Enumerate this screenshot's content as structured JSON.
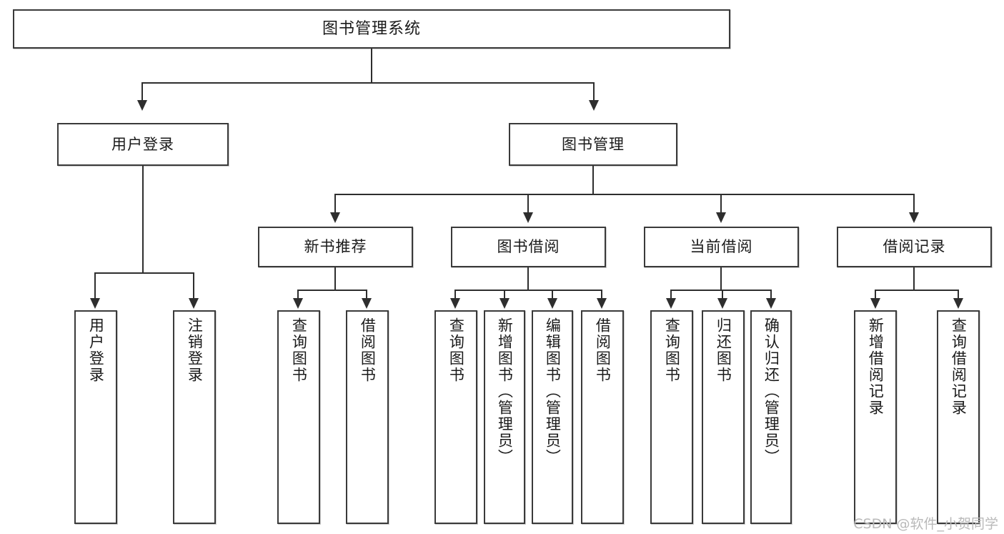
{
  "diagram": {
    "type": "tree-hierarchy-chart",
    "title": "图书管理系统",
    "orientation": "top-down",
    "levels": 4
  },
  "root": {
    "label": "图书管理系统"
  },
  "level2": [
    {
      "id": "user-login",
      "label": "用户登录"
    },
    {
      "id": "book-manage",
      "label": "图书管理"
    }
  ],
  "level3": [
    {
      "id": "new-book-recommend",
      "label": "新书推荐"
    },
    {
      "id": "book-borrow",
      "label": "图书借阅"
    },
    {
      "id": "current-borrow",
      "label": "当前借阅"
    },
    {
      "id": "borrow-record",
      "label": "借阅记录"
    }
  ],
  "leaves": {
    "user_login": [
      {
        "id": "leaf-user-login",
        "label": "用户登录"
      },
      {
        "id": "leaf-logout-login",
        "label": "注销登录"
      }
    ],
    "new_book_recommend": [
      {
        "id": "leaf-query-book-1",
        "label": "查询图书"
      },
      {
        "id": "leaf-borrow-book-1",
        "label": "借阅图书"
      }
    ],
    "book_borrow": [
      {
        "id": "leaf-query-book-2",
        "label": "查询图书"
      },
      {
        "id": "leaf-add-book",
        "label": "新增图书（管理员）"
      },
      {
        "id": "leaf-edit-book",
        "label": "编辑图书（管理员）"
      },
      {
        "id": "leaf-borrow-book-2",
        "label": "借阅图书"
      }
    ],
    "current_borrow": [
      {
        "id": "leaf-query-book-3",
        "label": "查询图书"
      },
      {
        "id": "leaf-return-book",
        "label": "归还图书"
      },
      {
        "id": "leaf-confirm-return",
        "label": "确认归还（管理员）"
      }
    ],
    "borrow_record": [
      {
        "id": "leaf-add-record",
        "label": "新增借阅记录"
      },
      {
        "id": "leaf-query-record",
        "label": "查询借阅记录"
      }
    ]
  },
  "watermark": {
    "text": "CSDN @软件_小贺同学"
  },
  "colors": {
    "box_border": "#3a3a3a",
    "line": "#2e2e2e",
    "text": "#1a1a1a",
    "background": "#ffffff",
    "watermark": "#b9b9b9"
  }
}
